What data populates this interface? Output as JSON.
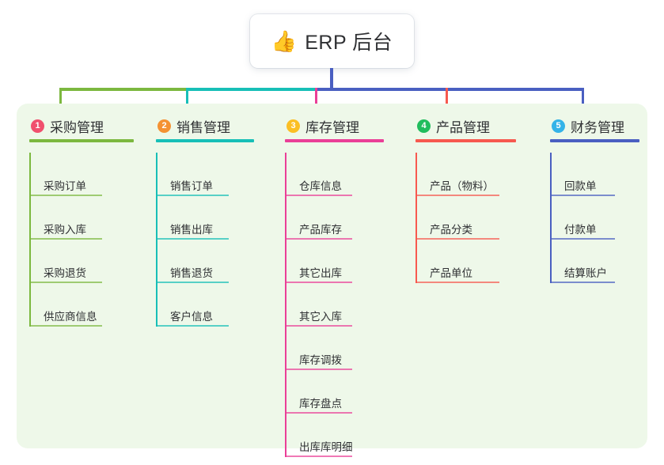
{
  "root": {
    "icon": "thumbs-up-emoji",
    "emoji": "👍",
    "title": "ERP 后台"
  },
  "palette": {
    "panel_bg": "#eef8e9",
    "root_stem": "#4a5fc1",
    "text": "#2f3033"
  },
  "columns": [
    {
      "number": "1",
      "title": "采购管理",
      "color": "#7cb83f",
      "badge_color": "#f0506e",
      "items": [
        "采购订单",
        "采购入库",
        "采购退货",
        "供应商信息"
      ]
    },
    {
      "number": "2",
      "title": "销售管理",
      "color": "#17bfb7",
      "badge_color": "#f49233",
      "items": [
        "销售订单",
        "销售出库",
        "销售退货",
        "客户信息"
      ]
    },
    {
      "number": "3",
      "title": "库存管理",
      "color": "#ea3f97",
      "badge_color": "#fbbf24",
      "items": [
        "仓库信息",
        "产品库存",
        "其它出库",
        "其它入库",
        "库存调拨",
        "库存盘点",
        "出库库明细"
      ]
    },
    {
      "number": "4",
      "title": "产品管理",
      "color": "#f7594f",
      "badge_color": "#21bd5d",
      "items": [
        "产品（物料）",
        "产品分类",
        "产品单位"
      ]
    },
    {
      "number": "5",
      "title": "财务管理",
      "color": "#4a5fc1",
      "badge_color": "#34b3e8",
      "items": [
        "回款单",
        "付款单",
        "结算账户"
      ]
    }
  ]
}
